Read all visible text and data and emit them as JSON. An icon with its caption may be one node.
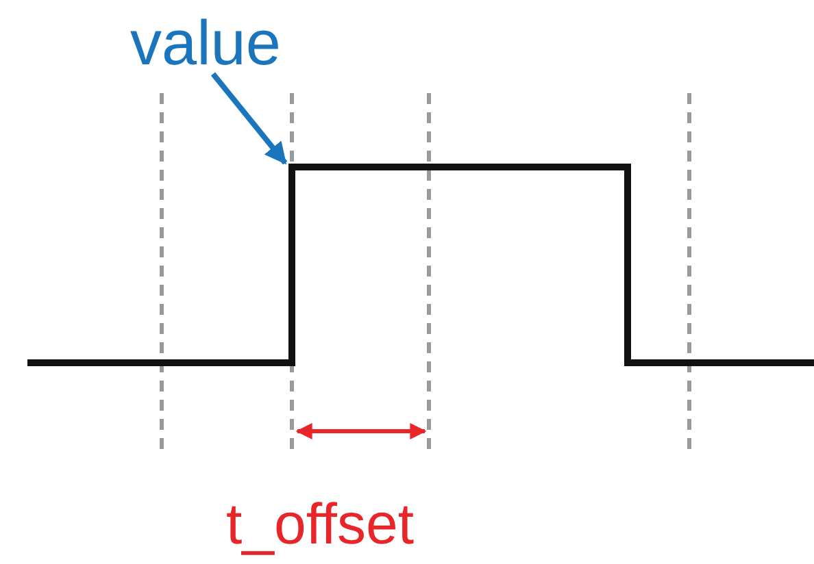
{
  "diagram": {
    "nodes": [
      {
        "text": [
          "value"
        ]
      },
      {
        "text": [],
        "shape": "picture"
      }
    ],
    "edges": [
      {
        "from": 0,
        "to": 1,
        "arrow": "to"
      }
    ],
    "labels": [
      "t_offset"
    ]
  }
}
